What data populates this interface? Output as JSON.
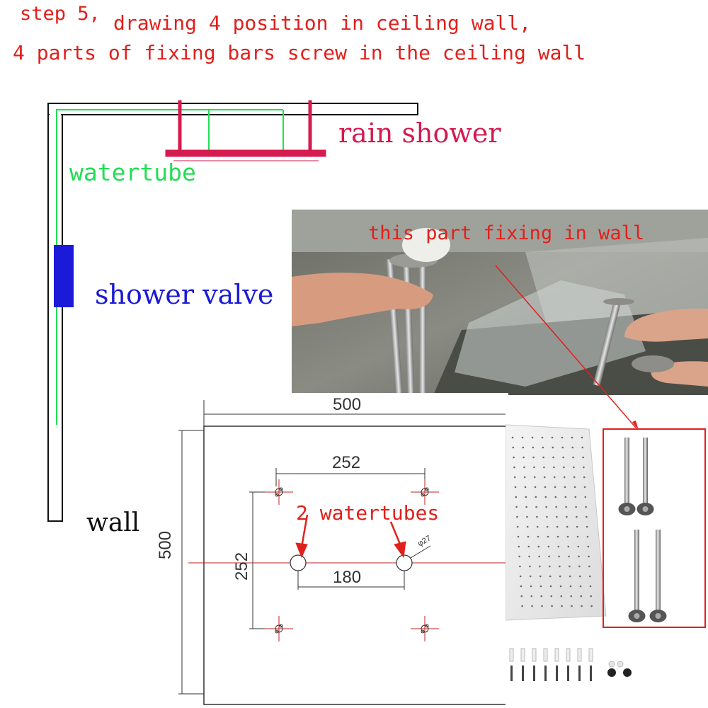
{
  "header": {
    "step": "step 5,",
    "line1": "drawing 4 position in ceiling wall,",
    "line2": "4 parts of fixing bars screw in the ceiling wall"
  },
  "schematic": {
    "rain_shower": "rain shower",
    "watertube": "watertube",
    "shower_valve": "shower valve",
    "wall": "wall"
  },
  "photo": {
    "annotation": "this part fixing in wall"
  },
  "drawing": {
    "width": "500",
    "height": "500",
    "hole_spacing_x": "252",
    "hole_spacing_y": "252",
    "tube_spacing": "180",
    "tube_diameter": "φ27",
    "tubes_label": "2 watertubes"
  },
  "colors": {
    "text_red": "#e0201c",
    "shower_red": "#d41a4e",
    "tube_green": "#22dd55",
    "valve_blue": "#1a1ad8"
  }
}
